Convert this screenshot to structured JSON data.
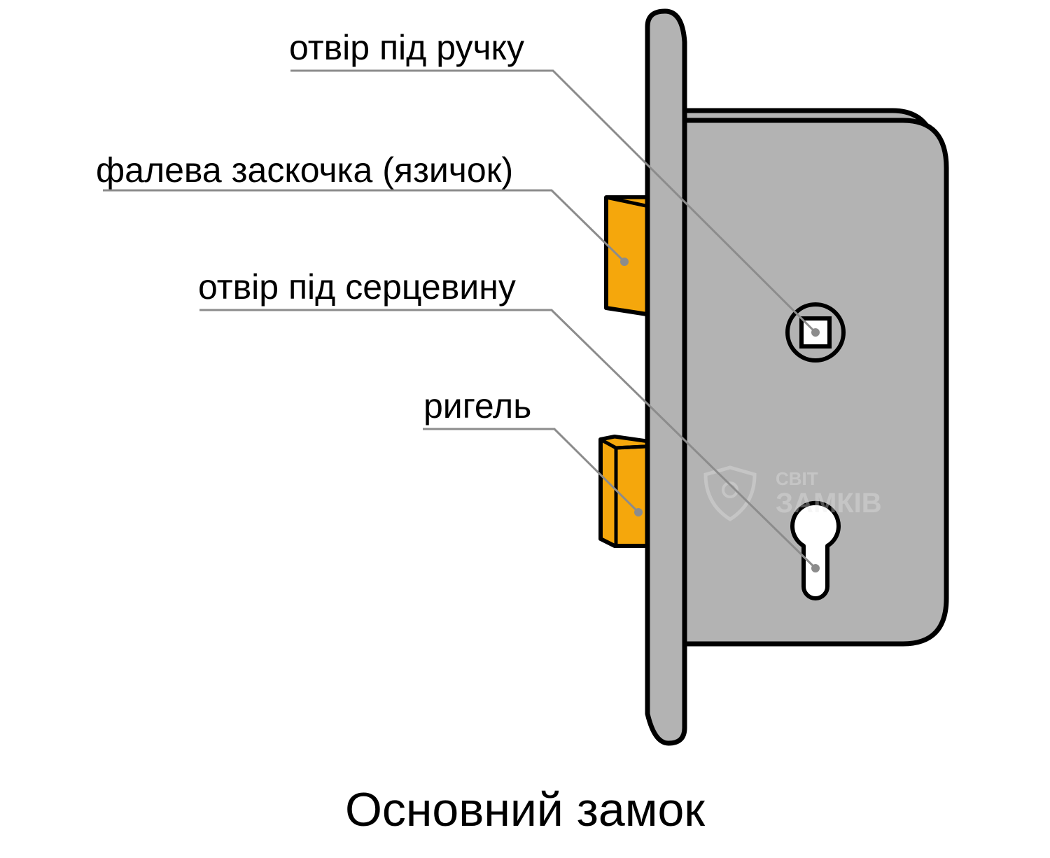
{
  "labels": {
    "handle_hole": "отвір під ручку",
    "latch": "фалева заскочка (язичок)",
    "cylinder_hole": "отвір під серцевину",
    "bolt": "ригель"
  },
  "caption": "Основний замок",
  "watermark": {
    "line1": "СВІТ",
    "line2": "ЗАМКІВ"
  },
  "colors": {
    "lock_body": "#b3b3b3",
    "bolt_orange": "#f5a70c",
    "leader_line": "#8c8c8c",
    "outline": "#000000"
  }
}
